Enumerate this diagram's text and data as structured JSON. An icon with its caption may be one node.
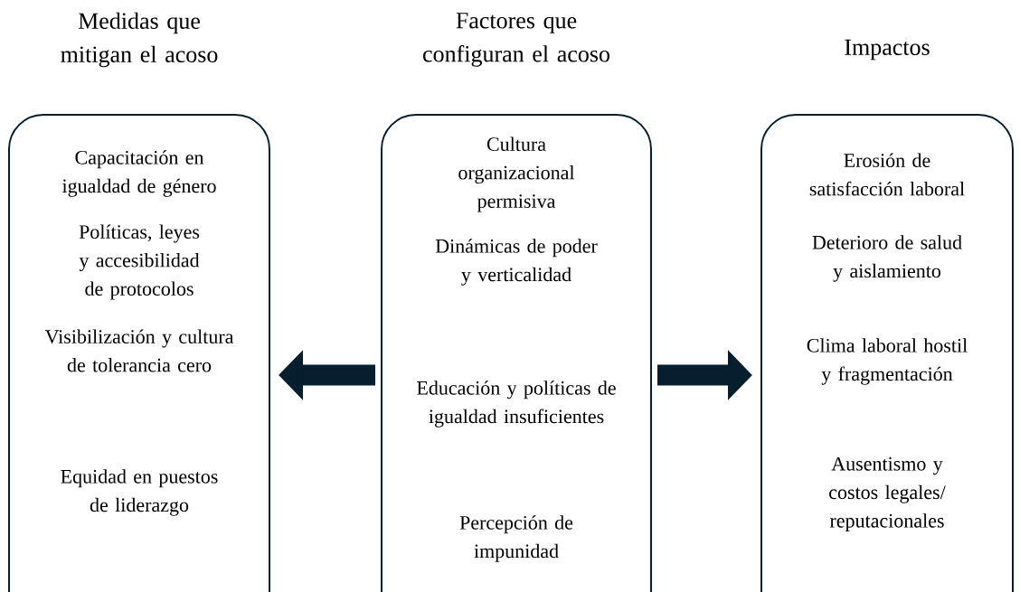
{
  "diagram": {
    "nodes": [
      {
        "text": [
          "Medidas que mitigan el acoso",
          "Capacitación en igualdad de género",
          "Políticas, leyes y accesibilidad de protocolos",
          "Visibilización y cultura de tolerancia cero",
          "Equidad en puestos de liderazgo"
        ]
      },
      {
        "text": [
          "Factores que configuran el acoso",
          "Cultura organizacional permisiva",
          "Dinámicas de poder y verticalidad",
          "Educación y políticas de igualdad insuficientes",
          "Percepción de impunidad"
        ]
      },
      {
        "text": [
          "Impactos",
          "Erosión de satisfacción laboral",
          "Deterioro de salud y aislamiento",
          "Clima laboral hostil y fragmentación",
          "Ausentismo y costos legales/ reputacionales"
        ]
      }
    ],
    "edges": [
      {
        "from": 1,
        "to": 0,
        "arrow": "to"
      },
      {
        "from": 1,
        "to": 2,
        "arrow": "to"
      }
    ]
  }
}
